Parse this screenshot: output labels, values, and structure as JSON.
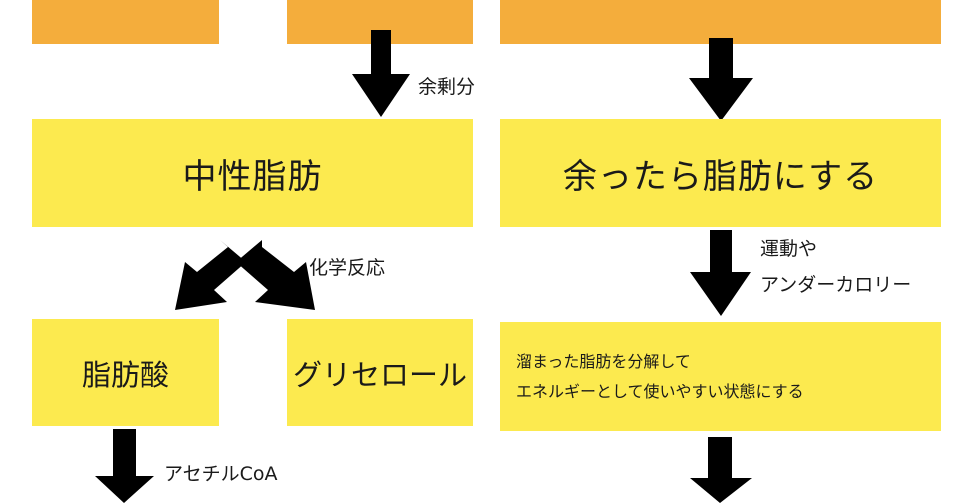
{
  "colors": {
    "orange": "#f4ad3c",
    "yellow": "#fcea4f",
    "arrow": "#000000"
  },
  "boxes": {
    "neutral_fat": "中性脂肪",
    "fat_when_surplus": "余ったら脂肪にする",
    "fatty_acid": "脂肪酸",
    "glycerol": "グリセロール",
    "decompose_line1": "溜まった脂肪を分解して",
    "decompose_line2": "エネルギーとして使いやすい状態にする"
  },
  "labels": {
    "surplus": "余剰分",
    "chemical_reaction": "化学反応",
    "exercise_line1": "運動や",
    "exercise_line2": "アンダーカロリー",
    "acetyl_coa": "アセチルCoA"
  }
}
